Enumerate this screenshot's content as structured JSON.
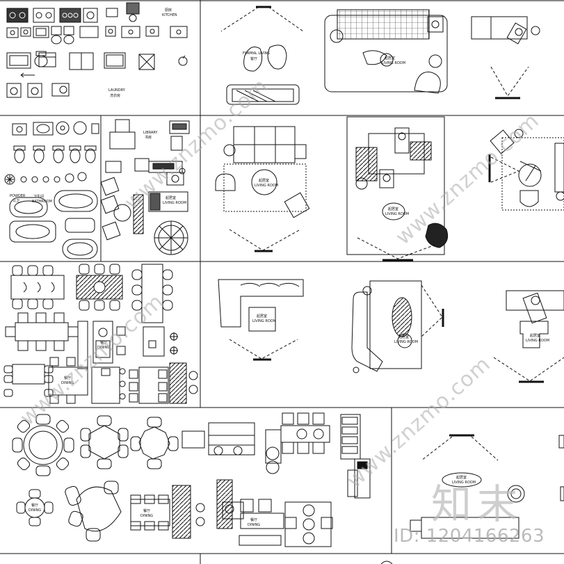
{
  "colors": {
    "line": "#111111",
    "bg": "#ffffff",
    "watermark": "#bbbbbb"
  },
  "labels": {
    "kitchen_cn": "厨房",
    "kitchen_en": "KITCHEN",
    "laundry_en": "LAUNDRY",
    "laundry_cn": "洗衣房",
    "formal_living_en": "FORMAL LIVING",
    "formal_living_cn": "客厅",
    "living_room_cn": "起居室",
    "living_room_en": "LIVING ROOM",
    "library_en": "LIBRARY",
    "library_cn": "书房",
    "powder_cn": "卫生间",
    "powder_en": "POWDER",
    "bathroom_en": "BATHROOM",
    "restroom_cn": "公卫",
    "dining_cn": "餐厅",
    "dining_en": "DINING"
  },
  "watermark": {
    "site": "www.znzmo.com",
    "logo_text": "知末",
    "id_text": "ID: 1204166263"
  }
}
